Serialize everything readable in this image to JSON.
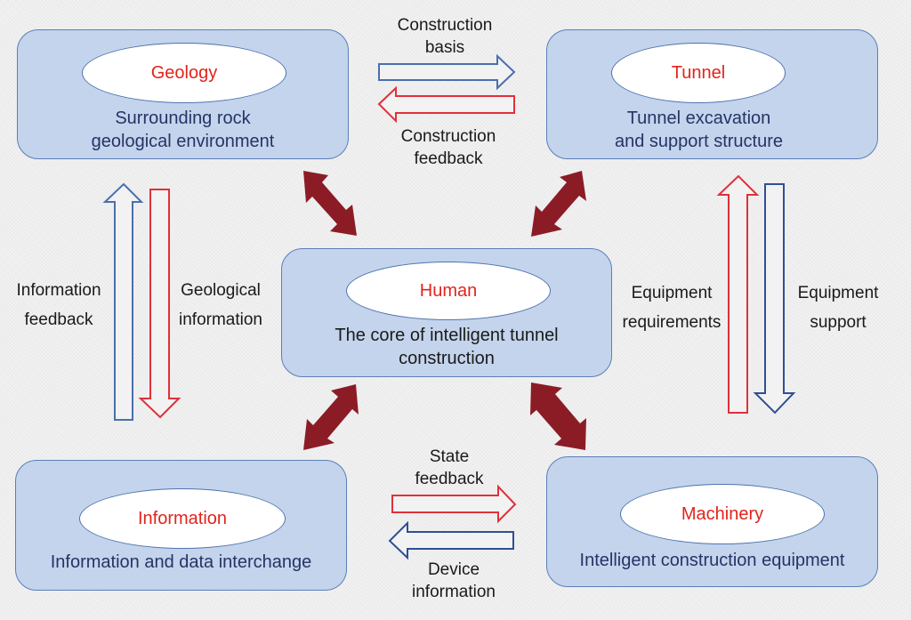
{
  "nodes": {
    "geology": {
      "title": "Geology",
      "desc_line1": "Surrounding rock",
      "desc_line2": "geological environment"
    },
    "tunnel": {
      "title": "Tunnel",
      "desc_line1": "Tunnel excavation",
      "desc_line2": "and support structure"
    },
    "human": {
      "title": "Human",
      "desc_line1": "The core of intelligent tunnel",
      "desc_line2": "construction"
    },
    "information": {
      "title": "Information",
      "desc_line1": "Information and data interchange"
    },
    "machinery": {
      "title": "Machinery",
      "desc_line1": "Intelligent construction equipment"
    }
  },
  "edges": {
    "construction_basis": {
      "line1": "Construction",
      "line2": "basis"
    },
    "construction_feedback": {
      "line1": "Construction",
      "line2": "feedback"
    },
    "information_feedback": {
      "line1": "Information",
      "line2": "feedback"
    },
    "geological_information": {
      "line1": "Geological",
      "line2": "information"
    },
    "equipment_requirements": {
      "line1": "Equipment",
      "line2": "requirements"
    },
    "equipment_support": {
      "line1": "Equipment",
      "line2": "support"
    },
    "state_feedback": {
      "line1": "State",
      "line2": "feedback"
    },
    "device_information": {
      "line1": "Device",
      "line2": "information"
    }
  },
  "colors": {
    "box_fill": "#c3d4ec",
    "box_border": "#5b7fb9",
    "title_red": "#e0251c",
    "desc_navy": "#253466",
    "arrow_blue": "#4a6fae",
    "arrow_red": "#e0303a",
    "bidirectional_arrow": "#8b1c26"
  }
}
